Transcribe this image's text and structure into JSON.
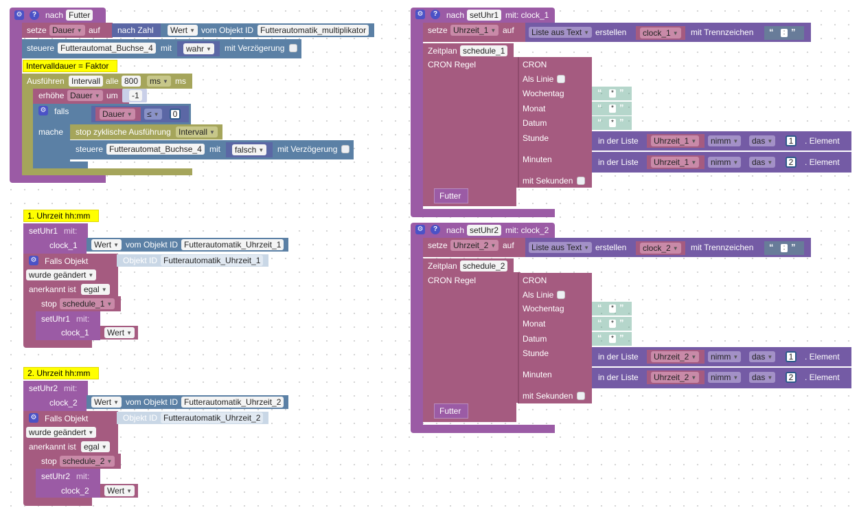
{
  "colors": {
    "procedure": "#9b5ba5",
    "variable": "#a55b80",
    "object": "#5b80a5",
    "interval": "#a5a55b",
    "math": "#5b67a5",
    "text": "#5ba58c",
    "list": "#745ba5",
    "comment": "#ffff00"
  },
  "proc_futter": {
    "nach": "nach",
    "name": "Futter",
    "setze": "setze",
    "dauer_var": "Dauer",
    "auf": "auf",
    "nach_zahl": "nach Zahl",
    "wert": "Wert",
    "vom_objekt_id": "vom Objekt ID",
    "multiplikator_id": "Futterautomatik_multiplikator",
    "steuere": "steuere",
    "buchse": "Futterautomat_Buchse_4",
    "mit": "mit",
    "wahr": "wahr",
    "mit_verzoegerung": "mit Verzögerung",
    "comment": "Intervalldauer = Faktor",
    "ausfuehren": "Ausführen",
    "intervall": "Intervall",
    "alle": "alle",
    "interval_value": "800",
    "ms_unit": "ms",
    "ms_suffix": "ms",
    "erhoehe": "erhöhe",
    "um": "um",
    "step": "-1",
    "falls": "falls",
    "le": "≤",
    "zero": "0",
    "mache": "mache",
    "stop_zyklisch": "stop zyklische Ausführung",
    "falsch": "falsch"
  },
  "trigger1": {
    "comment": "1. Uhrzeit hh:mm",
    "call": "setUhr1",
    "mit": "mit:",
    "arg": "clock_1",
    "wert": "Wert",
    "vom_objekt_id": "vom Objekt ID",
    "object_id": "Futterautomatik_Uhrzeit_1",
    "falls_objekt": "Falls Objekt",
    "objekt_id_label": "Objekt ID",
    "wurde_geaendert": "wurde geändert",
    "anerkannt_ist": "anerkannt ist",
    "egal": "egal",
    "stop": "stop",
    "schedule": "schedule_1",
    "inner_call": "setUhr1",
    "inner_mit": "mit:",
    "inner_arg": "clock_1",
    "inner_wert": "Wert"
  },
  "trigger2": {
    "comment": "2. Uhrzeit hh:mm",
    "call": "setUhr2",
    "mit": "mit:",
    "arg": "clock_2",
    "wert": "Wert",
    "vom_objekt_id": "vom Objekt ID",
    "object_id": "Futterautomatik_Uhrzeit_2",
    "falls_objekt": "Falls Objekt",
    "objekt_id_label": "Objekt ID",
    "wurde_geaendert": "wurde geändert",
    "anerkannt_ist": "anerkannt ist",
    "egal": "egal",
    "stop": "stop",
    "schedule": "schedule_2",
    "inner_call": "setUhr2",
    "inner_mit": "mit:",
    "inner_arg": "clock_2",
    "inner_wert": "Wert"
  },
  "proc_uhr1": {
    "nach": "nach",
    "name": "setUhr1",
    "mit_param": "mit: clock_1",
    "setze": "setze",
    "var": "Uhrzeit_1",
    "auf": "auf",
    "liste_aus_text": "Liste aus Text",
    "erstellen": "erstellen",
    "clock": "clock_1",
    "mit_trennzeichen": "mit Trennzeichen",
    "separator": ":",
    "zeitplan": "Zeitplan",
    "schedule": "schedule_1",
    "cron_regel": "CRON Regel",
    "cron": "CRON",
    "als_linie": "Als Linie",
    "wochentag": "Wochentag",
    "monat": "Monat",
    "datum": "Datum",
    "star": "*",
    "stunde": "Stunde",
    "minuten": "Minuten",
    "in_der_liste": "in der Liste",
    "nimm": "nimm",
    "das": "das",
    "idx_hour": "1",
    "idx_min": "2",
    "element": ". Element",
    "mit_sekunden": "mit Sekunden",
    "futter_call": "Futter"
  },
  "proc_uhr2": {
    "nach": "nach",
    "name": "setUhr2",
    "mit_param": "mit: clock_2",
    "setze": "setze",
    "var": "Uhrzeit_2",
    "auf": "auf",
    "liste_aus_text": "Liste aus Text",
    "erstellen": "erstellen",
    "clock": "clock_2",
    "mit_trennzeichen": "mit Trennzeichen",
    "separator": ":",
    "zeitplan": "Zeitplan",
    "schedule": "schedule_2",
    "cron_regel": "CRON Regel",
    "cron": "CRON",
    "als_linie": "Als Linie",
    "wochentag": "Wochentag",
    "monat": "Monat",
    "datum": "Datum",
    "star": "*",
    "stunde": "Stunde",
    "minuten": "Minuten",
    "in_der_liste": "in der Liste",
    "nimm": "nimm",
    "das": "das",
    "idx_hour": "1",
    "idx_min": "2",
    "element": ". Element",
    "mit_sekunden": "mit Sekunden",
    "futter_call": "Futter"
  }
}
